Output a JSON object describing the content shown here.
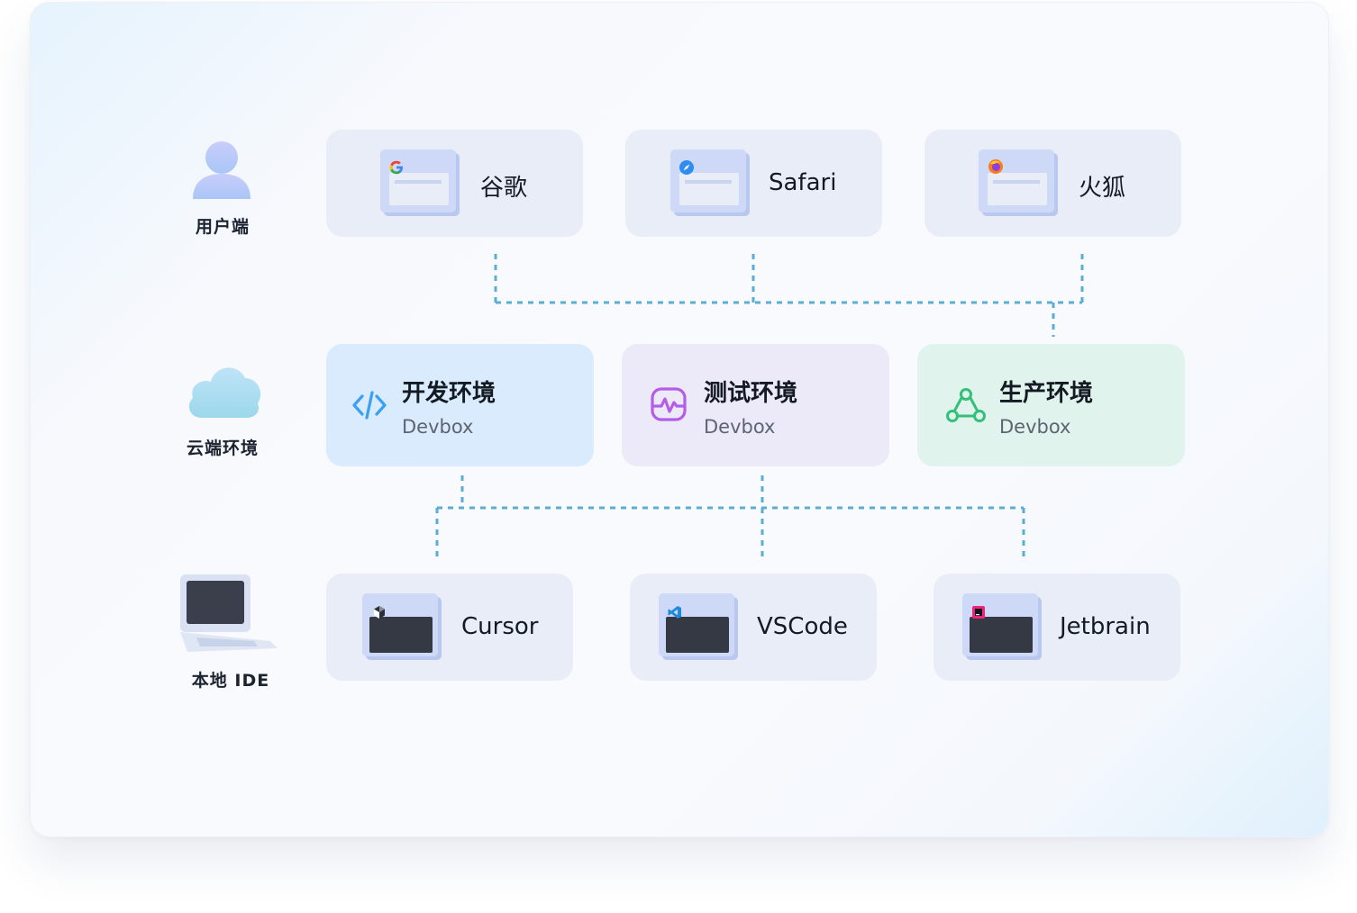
{
  "rows": {
    "user": "用户端",
    "cloud": "云端环境",
    "local": "本地 IDE"
  },
  "browsers": [
    {
      "name": "谷歌",
      "icon": "google-icon"
    },
    {
      "name": "Safari",
      "icon": "safari-icon"
    },
    {
      "name": "火狐",
      "icon": "firefox-icon"
    }
  ],
  "environments": [
    {
      "title": "开发环境",
      "sub": "Devbox",
      "icon": "code-icon",
      "color": "#3aa0f2",
      "bg": "#d9ebfc"
    },
    {
      "title": "测试环境",
      "sub": "Devbox",
      "icon": "activity-icon",
      "color": "#b45ee8",
      "bg": "#ece9f9"
    },
    {
      "title": "生产环境",
      "sub": "Devbox",
      "icon": "nodes-icon",
      "color": "#33c07a",
      "bg": "#e0f3ec"
    }
  ],
  "ides": [
    {
      "name": "Cursor",
      "icon": "cursor-logo-icon"
    },
    {
      "name": "VSCode",
      "icon": "vscode-logo-icon"
    },
    {
      "name": "Jetbrain",
      "icon": "jetbrains-logo-icon"
    }
  ],
  "colors": {
    "connector": "#5aaed4",
    "tile_bg": "#e8edf8"
  }
}
